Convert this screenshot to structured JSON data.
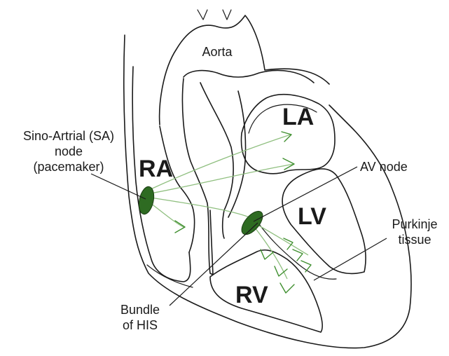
{
  "chambers": {
    "ra": "RA",
    "la": "LA",
    "lv": "LV",
    "rv": "RV"
  },
  "labels": {
    "aorta": "Aorta",
    "sa_node": [
      "Sino-Artrial (SA)",
      "node",
      "(pacemaker)"
    ],
    "av_node": "AV node",
    "purkinje": [
      "Purkinje",
      "tissue"
    ],
    "bundle_of_his": [
      "Bundle",
      "of HIS"
    ]
  },
  "colors": {
    "node_fill": "#2e6b22",
    "pathway": "#8fbf7f",
    "arrowhead": "#3f8f2f",
    "outline": "#1a1a1a"
  }
}
